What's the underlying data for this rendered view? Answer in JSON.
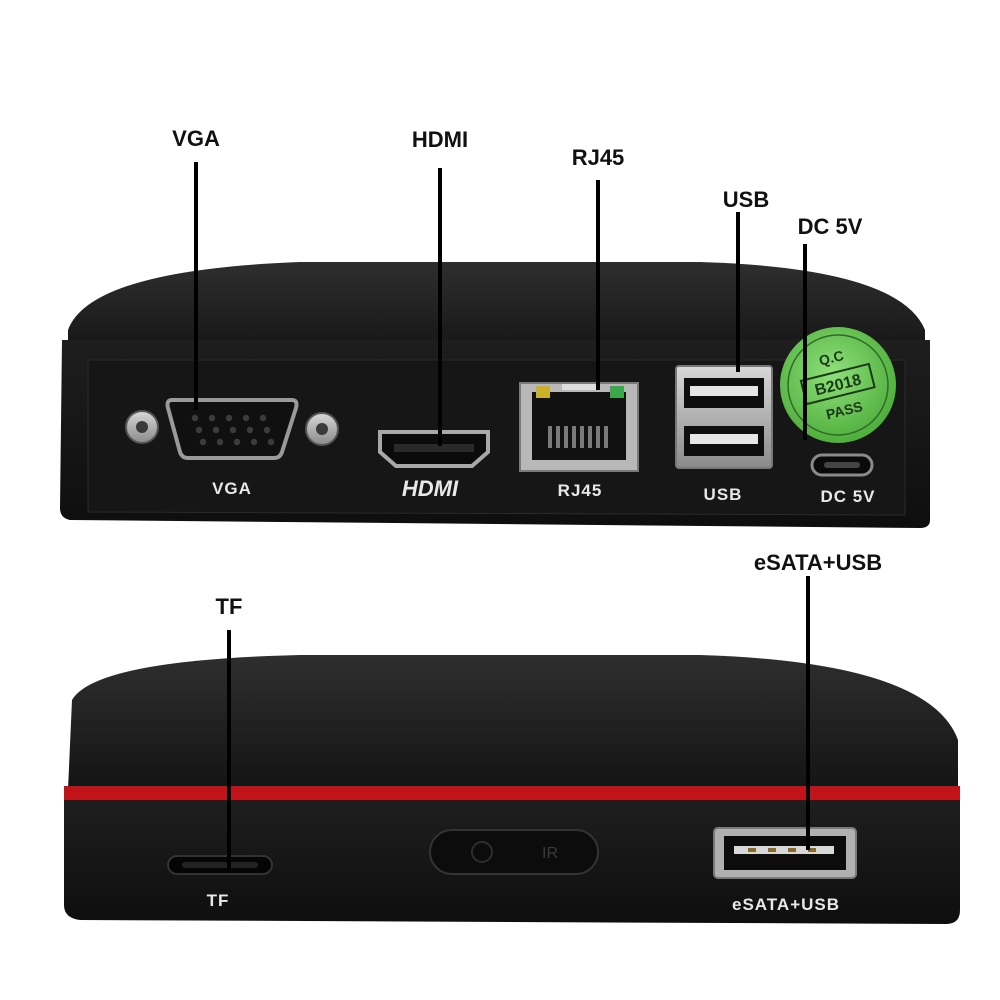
{
  "callouts": {
    "vga": "VGA",
    "hdmi": "HDMI",
    "rj45": "RJ45",
    "usb": "USB",
    "dc5v": "DC 5V",
    "tf": "TF",
    "esata_usb": "eSATA+USB"
  },
  "rear_panel": {
    "vga_label": "VGA",
    "hdmi_logo": "HDMI",
    "rj45_label": "RJ45",
    "usb_label": "USB",
    "dc_label": "DC 5V",
    "qc_sticker": {
      "line1": "Q.C",
      "line2": "B2018",
      "line3": "PASS"
    }
  },
  "front_panel": {
    "tf_label": "TF",
    "ir_label": "IR",
    "esata_label": "eSATA+USB"
  },
  "colors": {
    "body": "#1a1a1a",
    "accent_stripe": "#c0141a",
    "sticker": "#6fcf5a",
    "callout_line": "#000000"
  }
}
